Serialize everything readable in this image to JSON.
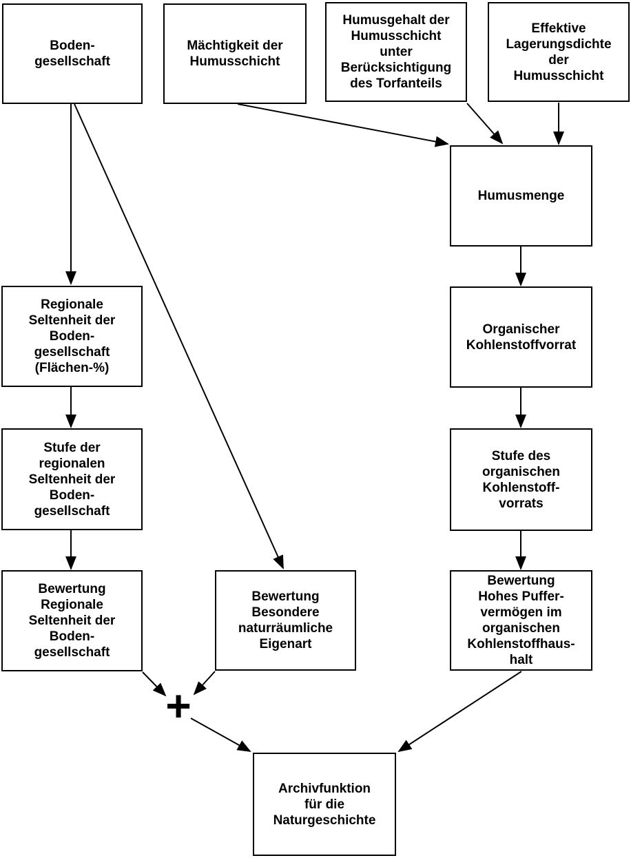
{
  "diagram": {
    "colors": {
      "background": "#ffffff",
      "box_border": "#000000",
      "text": "#000000",
      "arrow": "#000000"
    },
    "nodes": {
      "bodengesellschaft": {
        "label": "Boden-\ngesellschaft"
      },
      "maechtigkeit": {
        "label": "Mächtigkeit der\nHumusschicht"
      },
      "humusgehalt": {
        "label": "Humusgehalt der\nHumusschicht\nunter\nBerücksichtigung\ndes Torfanteils"
      },
      "lagerungsdichte": {
        "label": "Effektive\nLagerungsdichte\nder\nHumusschicht"
      },
      "humusmenge": {
        "label": "Humusmenge"
      },
      "regionale_seltenheit": {
        "label": "Regionale\nSeltenheit der\nBoden-\ngesellschaft\n(Flächen-%)"
      },
      "organischer_vorrat": {
        "label": "Organischer\nKohlenstoffvorrat"
      },
      "stufe_regionale": {
        "label": "Stufe der\nregionalen\nSeltenheit der\nBoden-\ngesellschaft"
      },
      "stufe_kohlenstoff": {
        "label": "Stufe des\norganischen\nKohlenstoff-\nvorrats"
      },
      "bewertung_regionale": {
        "label": "Bewertung\nRegionale\nSeltenheit der\nBoden-\ngesellschaft"
      },
      "bewertung_eigenart": {
        "label": "Bewertung\nBesondere\nnaturräumliche\nEigenart"
      },
      "bewertung_puffer": {
        "label": "Bewertung\nHohes Puffer-\nvermögen im\norganischen\nKohlenstoffhaus-\nhalt"
      },
      "archivfunktion": {
        "label": "Archivfunktion\nfür die\nNaturgeschichte"
      }
    },
    "operator": {
      "symbol": "+"
    },
    "edges": [
      {
        "from": "bodengesellschaft",
        "to": "regionale_seltenheit"
      },
      {
        "from": "bodengesellschaft",
        "to": "bewertung_eigenart"
      },
      {
        "from": "maechtigkeit",
        "to": "humusmenge"
      },
      {
        "from": "humusgehalt",
        "to": "humusmenge"
      },
      {
        "from": "lagerungsdichte",
        "to": "humusmenge"
      },
      {
        "from": "humusmenge",
        "to": "organischer_vorrat"
      },
      {
        "from": "organischer_vorrat",
        "to": "stufe_kohlenstoff"
      },
      {
        "from": "stufe_kohlenstoff",
        "to": "bewertung_puffer"
      },
      {
        "from": "regionale_seltenheit",
        "to": "stufe_regionale"
      },
      {
        "from": "stufe_regionale",
        "to": "bewertung_regionale"
      },
      {
        "from": "bewertung_regionale",
        "to": "plus_operator"
      },
      {
        "from": "bewertung_eigenart",
        "to": "plus_operator"
      },
      {
        "from": "plus_operator",
        "to": "archivfunktion"
      },
      {
        "from": "bewertung_puffer",
        "to": "archivfunktion"
      }
    ]
  }
}
